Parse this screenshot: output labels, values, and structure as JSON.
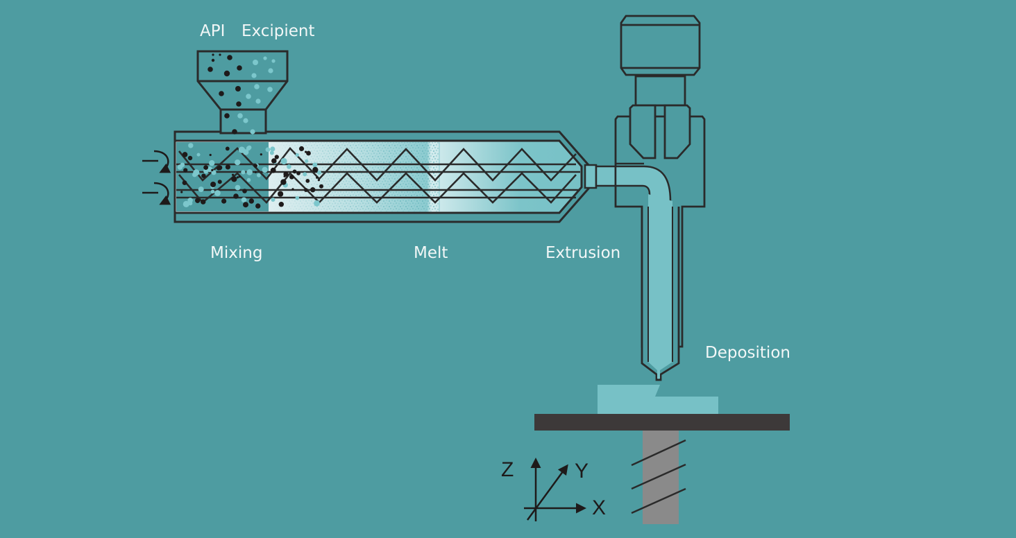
{
  "diagram": {
    "title": "Hot-melt extrusion 3D printing process",
    "colors": {
      "background": "#4e9ca1",
      "outline": "#2a2a2a",
      "melt_fill": "#77c1c6",
      "barrel_light": "#f4f8f9",
      "api_particle": "#1e1a1a",
      "excipient_particle": "#7cc7cc",
      "build_plate": "#3d3939",
      "lead_screw": "#8a8a8a",
      "label_text": "#f2f7f7"
    },
    "inputs": {
      "api_label": "API",
      "excipient_label": "Excipient"
    },
    "stages": [
      {
        "id": "mixing",
        "label": "Mixing"
      },
      {
        "id": "melt",
        "label": "Melt"
      },
      {
        "id": "extrusion",
        "label": "Extrusion"
      },
      {
        "id": "deposition",
        "label": "Deposition"
      }
    ],
    "axes": {
      "z": "Z",
      "y": "Y",
      "x": "X"
    },
    "components": [
      "hopper",
      "twin-screw-barrel",
      "rotation-arrows",
      "extrusion-die",
      "print-head-motor",
      "nozzle",
      "printed-part",
      "build-plate",
      "lead-screw",
      "axis-gizmo"
    ]
  }
}
